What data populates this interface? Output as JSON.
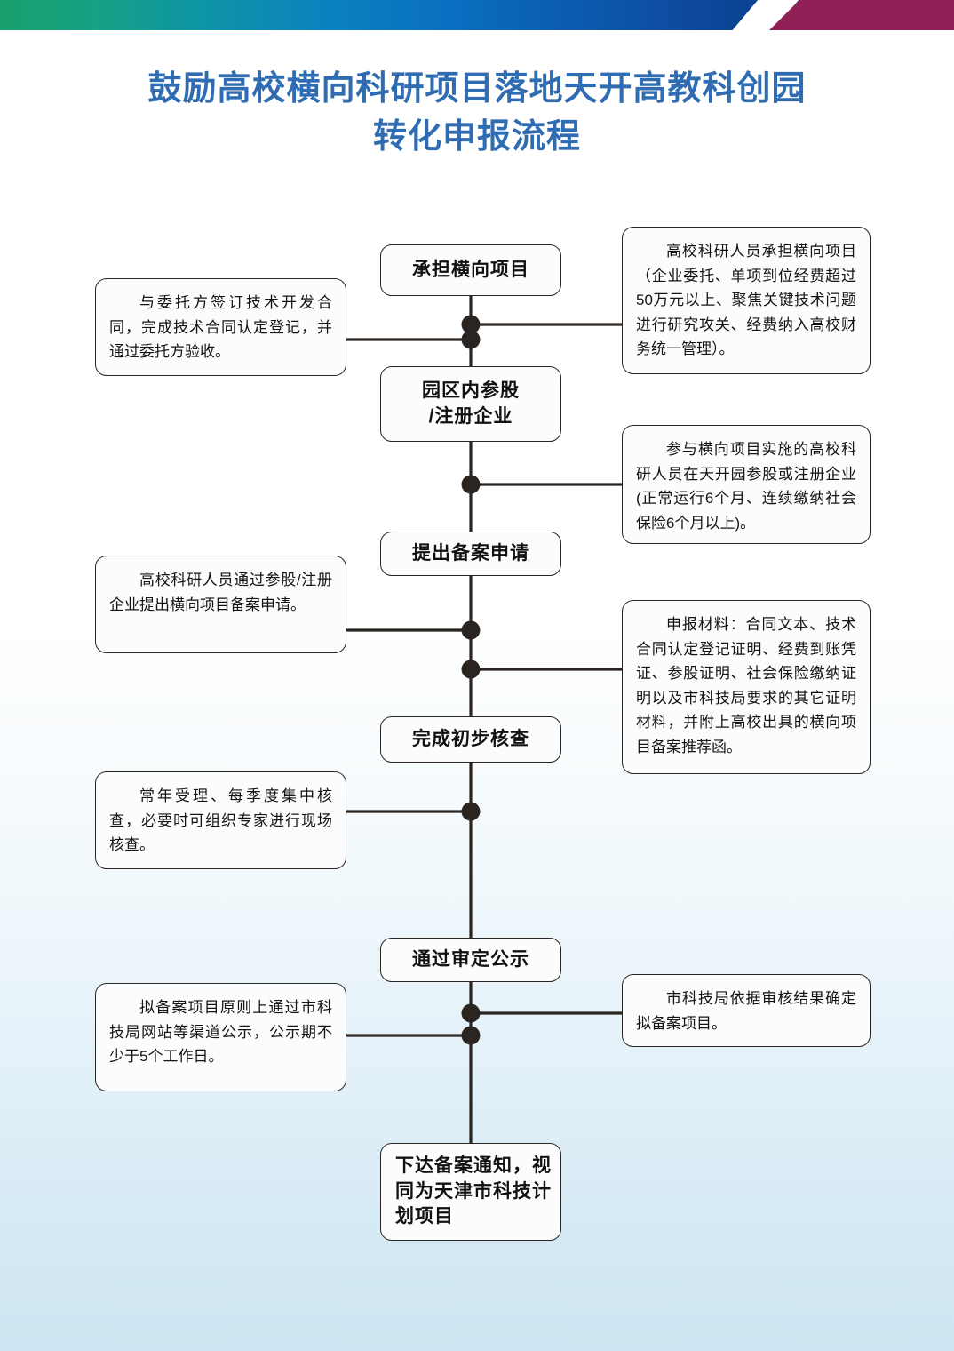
{
  "header": {
    "banner_gradient_start": "#1aa06c",
    "banner_gradient_end": "#0a2f6e",
    "banner_accent": "#8e2055"
  },
  "title": {
    "line1": "鼓励高校横向科研项目落地天开高教科创园",
    "line2": "转化申报流程",
    "color": "#2f6cb2"
  },
  "flow": {
    "nodes": [
      {
        "id": "node-1",
        "label": "承担横向项目"
      },
      {
        "id": "node-2",
        "label_line1": "园区内参股",
        "label_line2": "/注册企业"
      },
      {
        "id": "node-3",
        "label": "提出备案申请"
      },
      {
        "id": "node-4",
        "label": "完成初步核查"
      },
      {
        "id": "node-5",
        "label": "通过审定公示"
      },
      {
        "id": "node-6",
        "label_line1": "下达备案通知，视",
        "label_line2": "同为天津市科技计",
        "label_line3": "划项目"
      }
    ],
    "notes": [
      {
        "id": "note-left-1",
        "side": "left",
        "text": "与委托方签订技术开发合同，完成技术合同认定登记，并通过委托方验收。"
      },
      {
        "id": "note-right-1",
        "side": "right",
        "text": "高校科研人员承担横向项目（企业委托、单项到位经费超过50万元以上、聚焦关键技术问题进行研究攻关、经费纳入高校财务统一管理）。"
      },
      {
        "id": "note-right-2",
        "side": "right",
        "text": "参与横向项目实施的高校科研人员在天开园参股或注册企业(正常运行6个月、连续缴纳社会保险6个月以上)。"
      },
      {
        "id": "note-left-2",
        "side": "left",
        "text": "高校科研人员通过参股/注册企业提出横向项目备案申请。"
      },
      {
        "id": "note-right-3",
        "side": "right",
        "text": "申报材料：合同文本、技术合同认定登记证明、经费到账凭证、参股证明、社会保险缴纳证明以及市科技局要求的其它证明材料，并附上高校出具的横向项目备案推荐函。"
      },
      {
        "id": "note-left-3",
        "side": "left",
        "text": "常年受理、每季度集中核查，必要时可组织专家进行现场核查。"
      },
      {
        "id": "note-left-4",
        "side": "left",
        "text": "拟备案项目原则上通过市科技局网站等渠道公示，公示期不少于5个工作日。"
      },
      {
        "id": "note-right-4",
        "side": "right",
        "text": "市科技局依据审核结果确定拟备案项目。"
      }
    ],
    "connector_color": "#2b2522"
  }
}
